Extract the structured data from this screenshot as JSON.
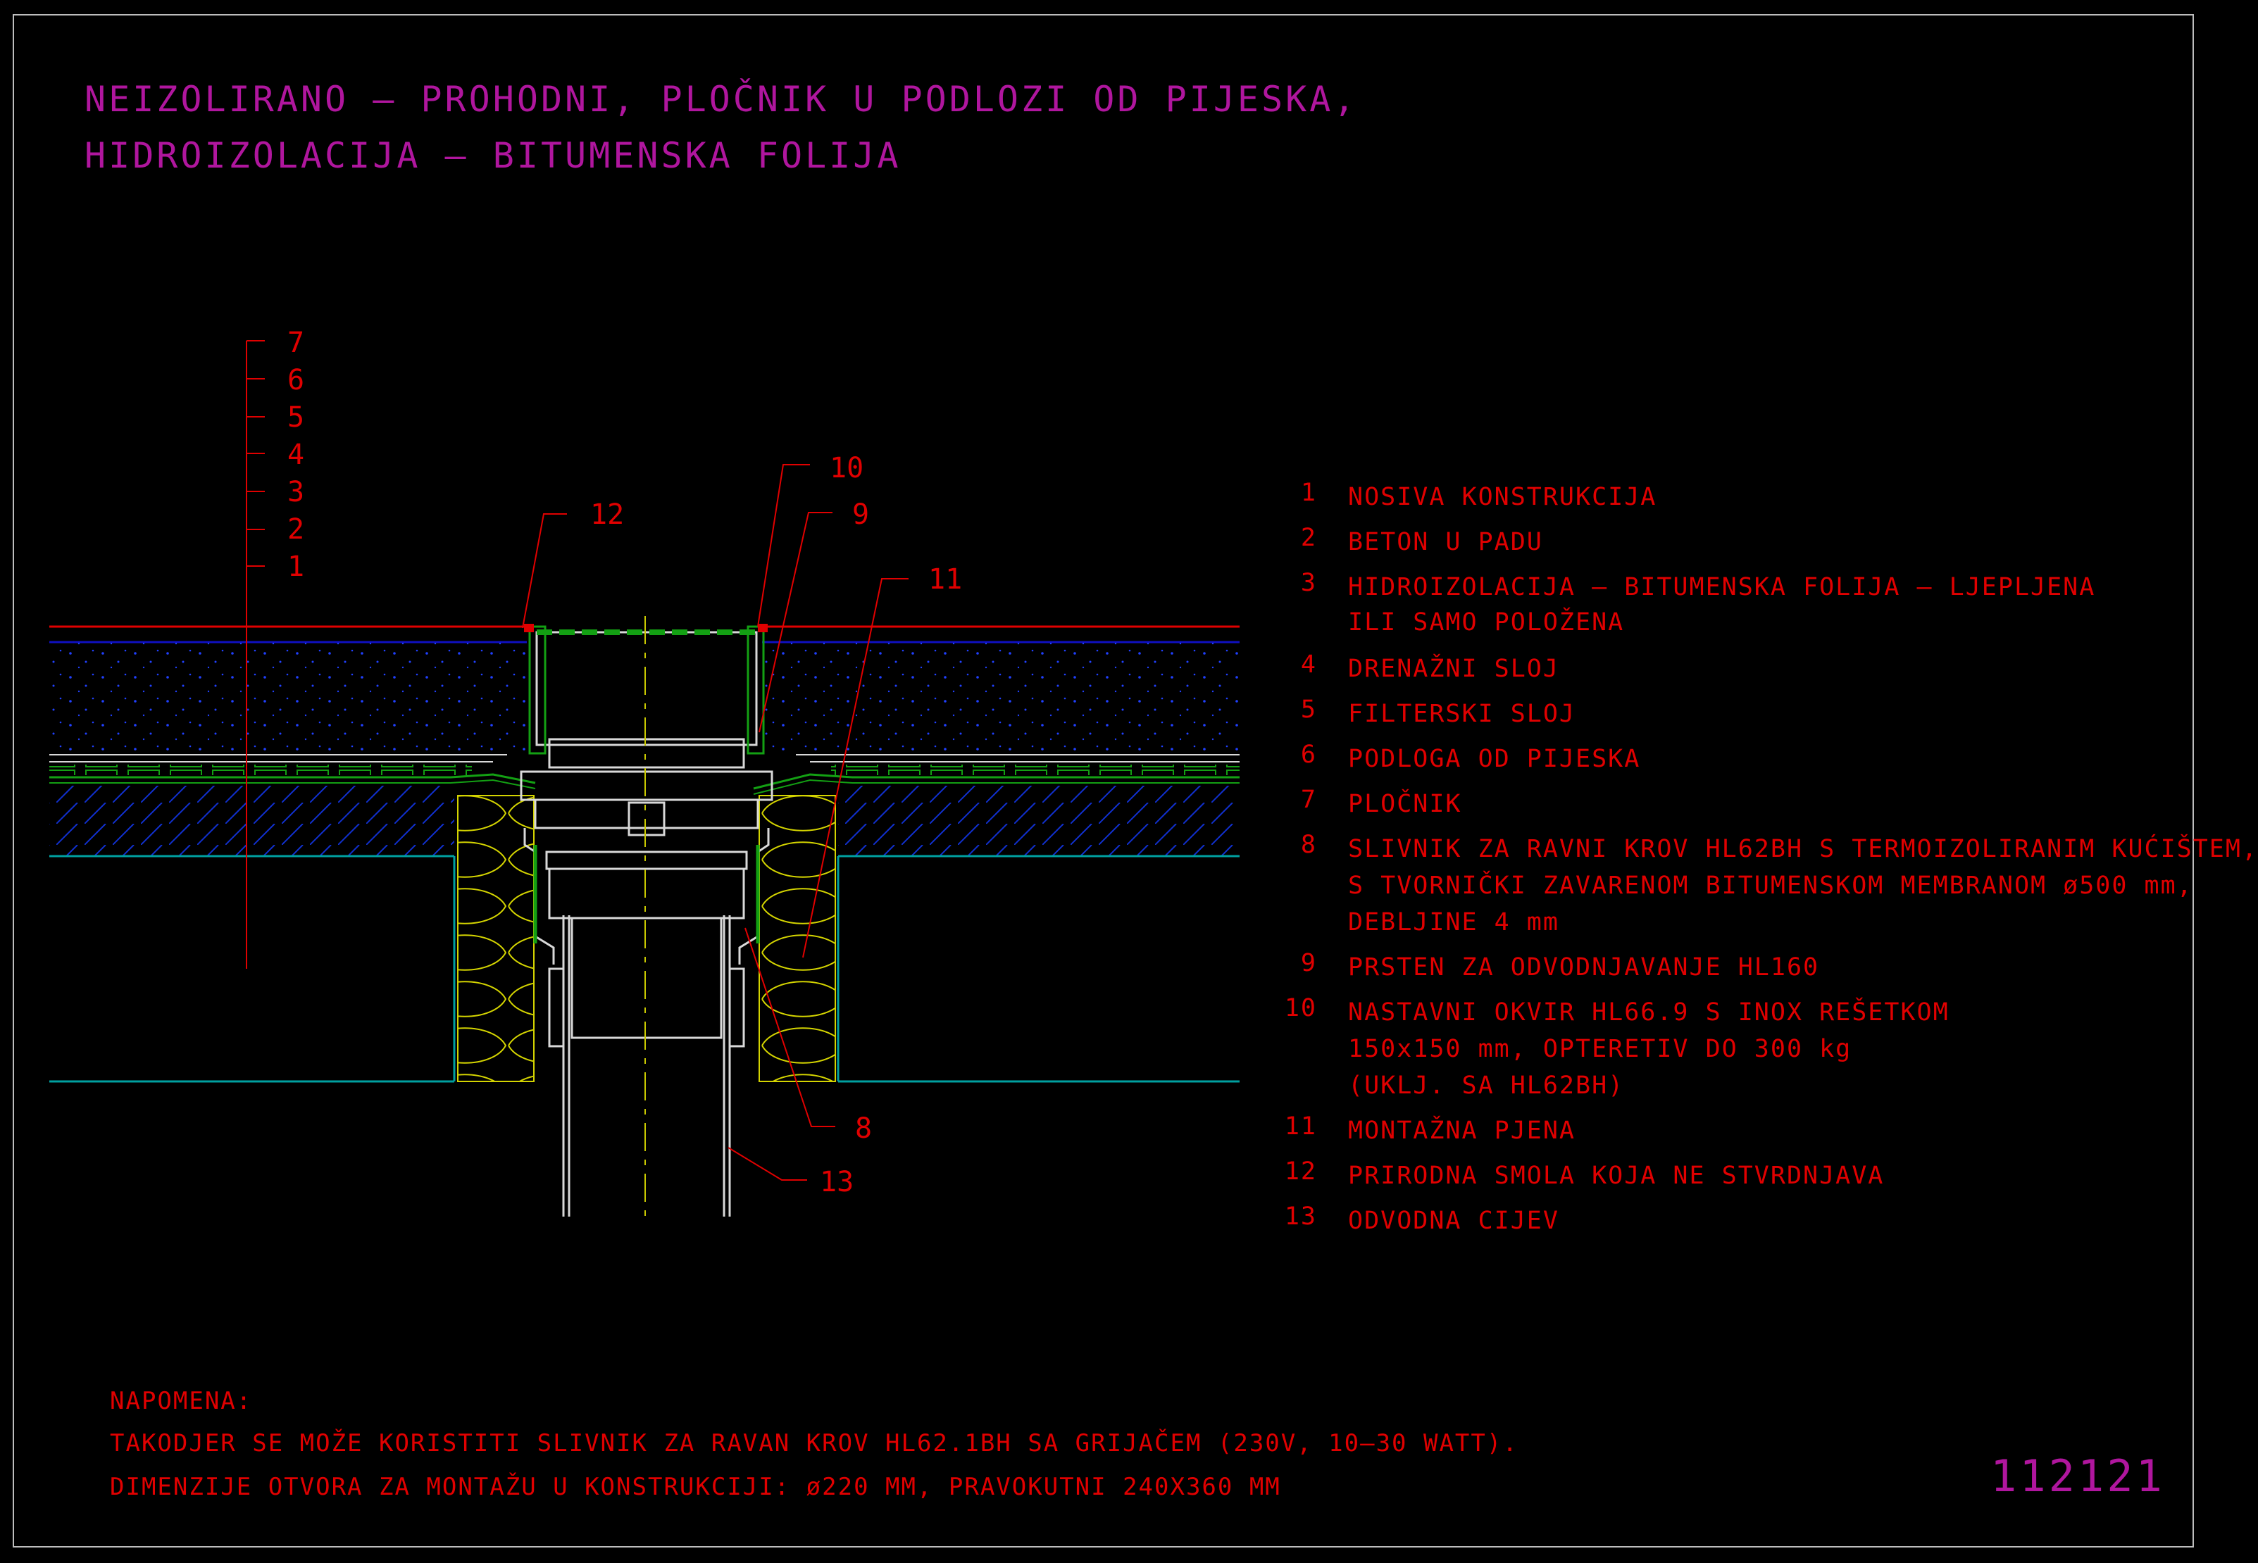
{
  "title": {
    "line1": "NEIZOLIRANO – PROHODNI, PLOČNIK U PODLOZI OD PIJESKA,",
    "line2": "HIDROIZOLACIJA – BITUMENSKA FOLIJA"
  },
  "layer_scale": [
    "7",
    "6",
    "5",
    "4",
    "3",
    "2",
    "1"
  ],
  "callouts": {
    "c12": "12",
    "c10": "10",
    "c9": "9",
    "c11": "11",
    "c8": "8",
    "c13": "13"
  },
  "legend": [
    {
      "num": "1",
      "lines": [
        "NOSIVA KONSTRUKCIJA"
      ]
    },
    {
      "num": "2",
      "lines": [
        "BETON U PADU"
      ]
    },
    {
      "num": "3",
      "lines": [
        "HIDROIZOLACIJA – BITUMENSKA FOLIJA – LJEPLJENA",
        "ILI SAMO POLOŽENA"
      ]
    },
    {
      "num": "4",
      "lines": [
        "DRENAŽNI SLOJ"
      ]
    },
    {
      "num": "5",
      "lines": [
        "FILTERSKI SLOJ"
      ]
    },
    {
      "num": "6",
      "lines": [
        "PODLOGA OD PIJESKA"
      ]
    },
    {
      "num": "7",
      "lines": [
        "PLOČNIK"
      ]
    },
    {
      "num": "8",
      "lines": [
        "SLIVNIK ZA RAVNI KROV HL62BH S TERMOIZOLIRANIM KUĆIŠTEM,",
        "S TVORNIČKI ZAVARENOM BITUMENSKOM MEMBRANOM ø500 mm,",
        "DEBLJINE 4 mm"
      ]
    },
    {
      "num": "9",
      "lines": [
        "PRSTEN ZA ODVODNJAVANJE HL160"
      ]
    },
    {
      "num": "10",
      "lines": [
        "NASTAVNI OKVIR HL66.9 S INOX REŠETKOM",
        "150x150 mm, OPTERETIV DO 300 kg",
        "(UKLJ. SA HL62BH)"
      ]
    },
    {
      "num": "11",
      "lines": [
        "MONTAŽNA PJENA"
      ]
    },
    {
      "num": "12",
      "lines": [
        "PRIRODNA SMOLA KOJA NE STVRDNJAVA"
      ]
    },
    {
      "num": "13",
      "lines": [
        "ODVODNA CIJEV"
      ]
    }
  ],
  "note": {
    "heading": "NAPOMENA:",
    "line1": "TAKODJER SE MOŽE KORISTITI SLIVNIK ZA RAVAN KROV HL62.1BH SA GRIJAČEM (230V, 10–30 WATT).",
    "line2": "DIMENZIJE OTVORA ZA MONTAŽU U KONSTRUKCIJI: ø220 MM, PRAVOKUTNI 240X360 MM"
  },
  "drawing_code": "112121",
  "colors": {
    "background": "#000000",
    "title": "#b0169e",
    "text": "#e00000",
    "pavement": "#1010c0",
    "membrane": "#13a013",
    "concrete": "#1030d0",
    "insulation": "#d4d400",
    "structure": "#00a0a0",
    "drain": "#d8d8d8",
    "axis": "#c8c800"
  }
}
